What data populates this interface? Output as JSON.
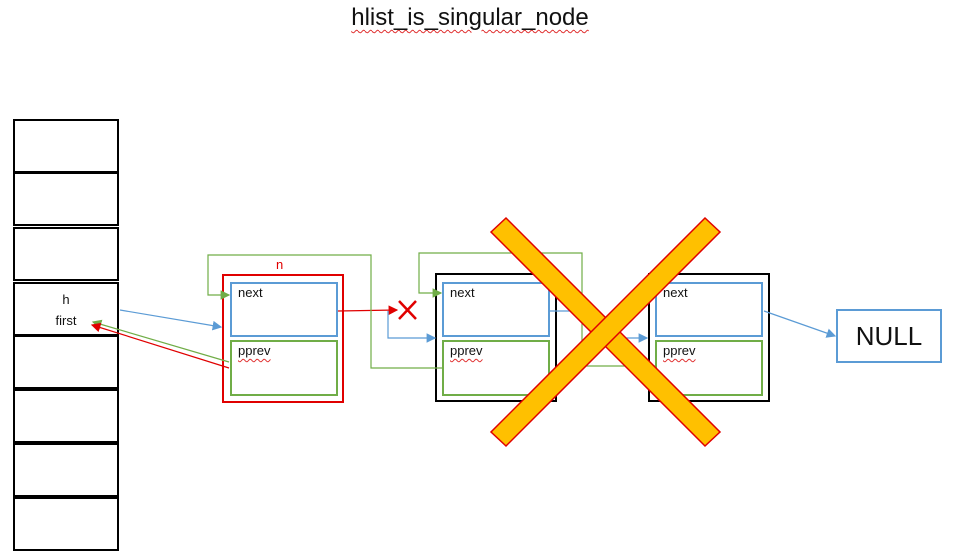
{
  "title": "hlist_is_singular_node",
  "hash_table": {
    "slot_count": 8,
    "head_label": "h",
    "first_label": "first"
  },
  "node_n": {
    "label": "n",
    "next_label": "next",
    "pprev_label": "pprev"
  },
  "node_2": {
    "next_label": "next",
    "pprev_label": "pprev"
  },
  "node_3": {
    "next_label": "next",
    "pprev_label": "pprev"
  },
  "null_label": "NULL",
  "colors": {
    "next_field": "#5b9bd5",
    "pprev_field": "#70ad47",
    "node_n_border": "#e00000",
    "cross_fill": "#ffc000",
    "cross_stroke": "#e00000",
    "blocked_mark": "#e00000"
  }
}
